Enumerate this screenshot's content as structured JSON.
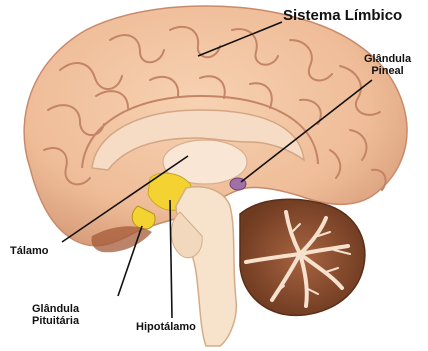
{
  "labels": {
    "sistema_limbico": "Sistema Límbico",
    "glandula_pineal_line1": "Glândula",
    "glandula_pineal_line2": "Pineal",
    "talamo": "Tálamo",
    "glandula_pituitaria_line1": "Glândula",
    "glandula_pituitaria_line2": "Pituitária",
    "hipotalamo": "Hipotálamo"
  },
  "colors": {
    "cortex": "#f2c4a0",
    "cortex_shadow": "#d49877",
    "gyrus_line": "#c98a6a",
    "corpus_callosum": "#f6dcc4",
    "thalamus": "#f9e6d4",
    "hypothalamus": "#f3d232",
    "pineal": "#a070a8",
    "brainstem": "#f7e3cc",
    "cerebellum": "#8a4b2a",
    "cerebellum_white": "#f6e2cc",
    "leader_line": "#111111"
  }
}
